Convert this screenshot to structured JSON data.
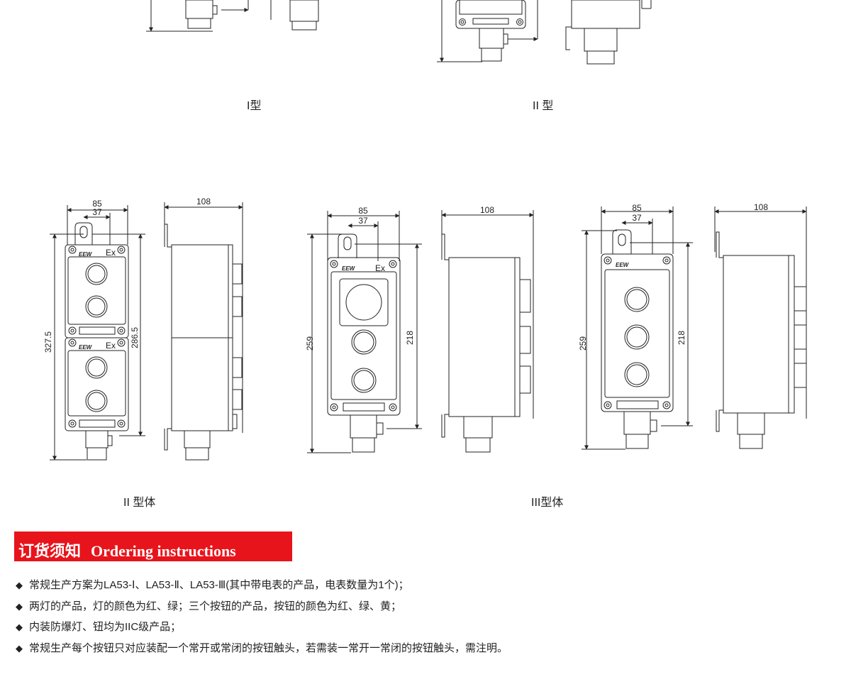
{
  "labels": {
    "type_i": "I型",
    "type_ii": "II 型",
    "type_ii_body": "II 型体",
    "type_iii_body": "III型体"
  },
  "dims": {
    "w85": "85",
    "w37": "37",
    "d108": "108",
    "h327": "327.5",
    "h286": "286.5",
    "h259": "259",
    "h218": "218"
  },
  "marks": {
    "brand": "EEW",
    "ex": "Ex"
  },
  "colors": {
    "banner": "#e8141c",
    "line": "#222222"
  },
  "ordering": {
    "title_cn": "订货须知",
    "title_en": "Ordering instructions",
    "bullet": "◆",
    "items": [
      "常规生产方案为LA53-Ⅰ、LA53-Ⅱ、LA53-Ⅲ(其中带电表的产品，电表数量为1个)；",
      "两灯的产品，灯的颜色为红、绿；三个按钮的产品，按钮的颜色为红、绿、黄；",
      "内装防爆灯、钮均为IIC级产品；",
      "常规生产每个按钮只对应装配一个常开或常闭的按钮触头，若需装一常开一常闭的按钮触头，需注明。"
    ]
  }
}
